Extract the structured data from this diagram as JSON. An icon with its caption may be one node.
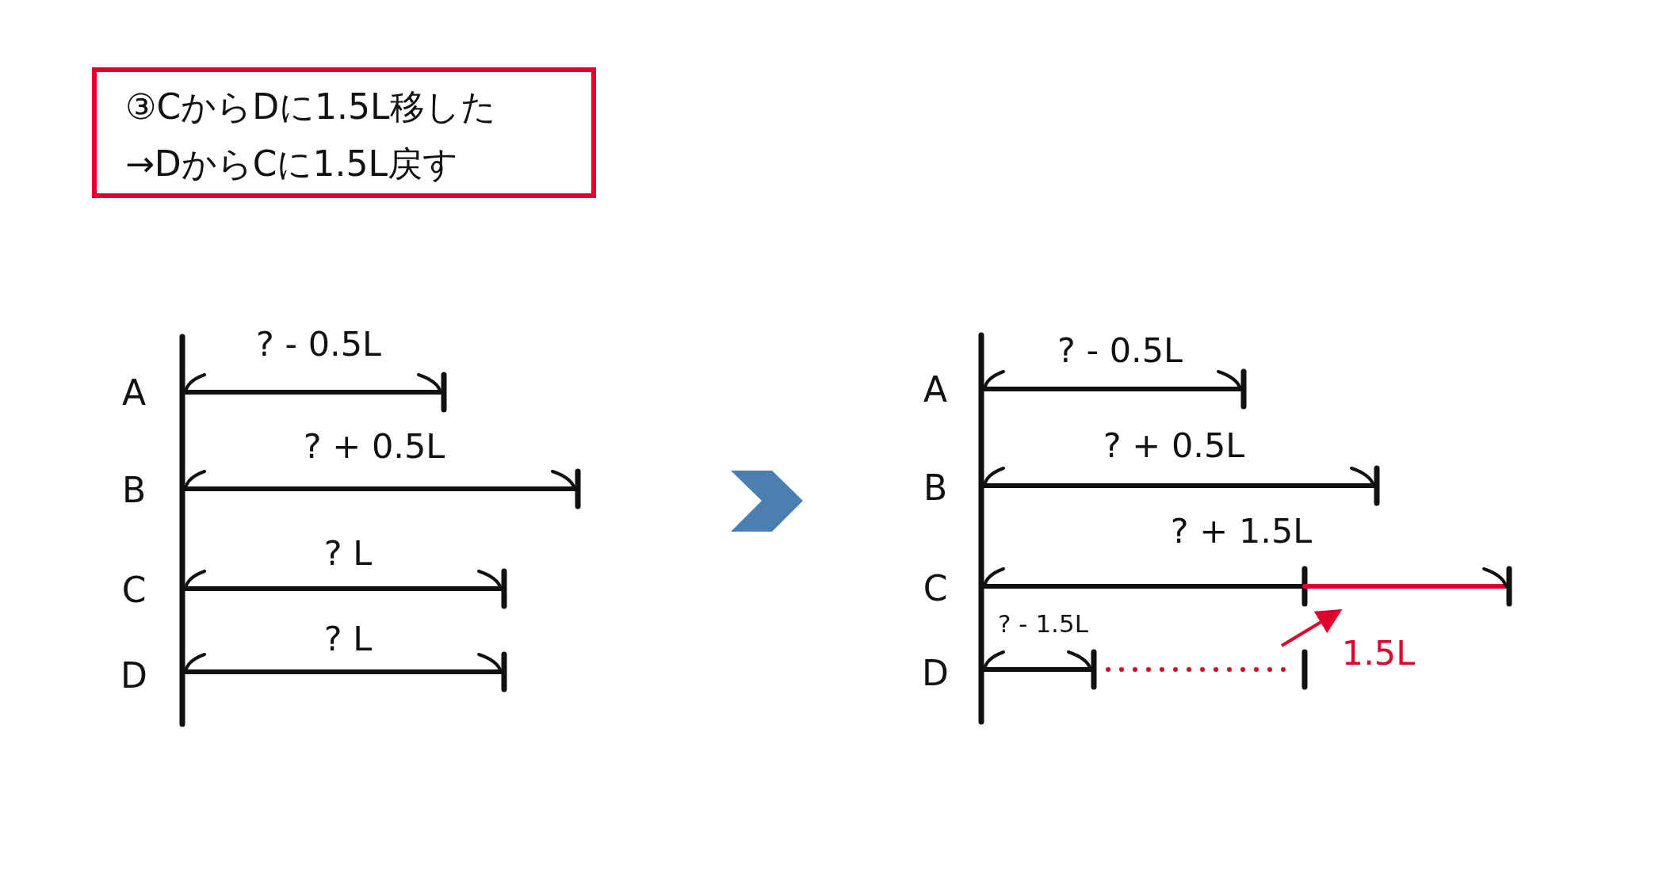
{
  "diagram": {
    "nodes": [
      {
        "text": [
          "③CからDに1.5L移した",
          "→DからCに1.5L戻す"
        ]
      }
    ],
    "labels": [
      "? - 0.5L",
      "A",
      "? + 0.5L",
      "B",
      "? L",
      "C",
      "? L",
      "D",
      "? - 0.5L",
      "A",
      "? + 0.5L",
      "B",
      "? + 1.5L",
      "C",
      "? - 1.5L",
      "D",
      "1.5L"
    ]
  }
}
